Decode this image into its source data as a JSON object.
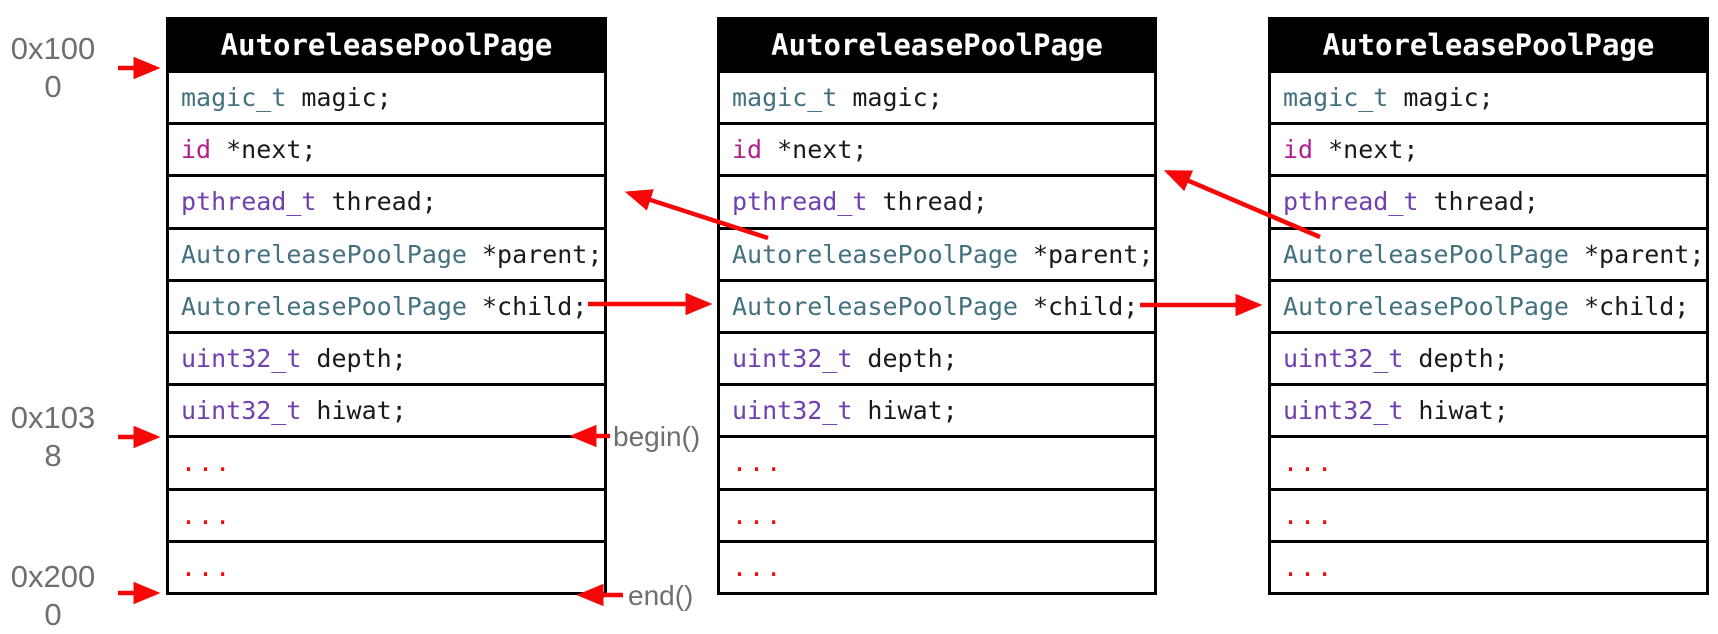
{
  "colors": {
    "type_teal": "#44717f",
    "keyword_pink": "#b41f8f",
    "keyword_purple": "#7040b0",
    "body_text": "#1a1a1a",
    "arrow_red": "#f70808",
    "label_gray": "#6f6f6f",
    "header_bg": "#000000",
    "header_fg": "#ffffff"
  },
  "tables": [
    {
      "title": "AutoreleasePoolPage",
      "rows": [
        {
          "type": "magic_t",
          "name": "magic;"
        },
        {
          "type": "id",
          "name": "*next;"
        },
        {
          "type": "pthread_t",
          "name": "thread;"
        },
        {
          "type": "AutoreleasePoolPage",
          "name": "*parent;"
        },
        {
          "type": "AutoreleasePoolPage",
          "name": "*child;"
        },
        {
          "type": "uint32_t",
          "name": "depth;"
        },
        {
          "type": "uint32_t",
          "name": "hiwat;"
        },
        {
          "name": "..."
        },
        {
          "name": "..."
        },
        {
          "name": "..."
        }
      ]
    },
    {
      "title": "AutoreleasePoolPage",
      "rows": [
        {
          "type": "magic_t",
          "name": "magic;"
        },
        {
          "type": "id",
          "name": "*next;"
        },
        {
          "type": "pthread_t",
          "name": "thread;"
        },
        {
          "type": "AutoreleasePoolPage",
          "name": "*parent;"
        },
        {
          "type": "AutoreleasePoolPage",
          "name": "*child;"
        },
        {
          "type": "uint32_t",
          "name": "depth;"
        },
        {
          "type": "uint32_t",
          "name": "hiwat;"
        },
        {
          "name": "..."
        },
        {
          "name": "..."
        },
        {
          "name": "..."
        }
      ]
    },
    {
      "title": "AutoreleasePoolPage",
      "rows": [
        {
          "type": "magic_t",
          "name": "magic;"
        },
        {
          "type": "id",
          "name": "*next;"
        },
        {
          "type": "pthread_t",
          "name": "thread;"
        },
        {
          "type": "AutoreleasePoolPage",
          "name": "*parent;"
        },
        {
          "type": "AutoreleasePoolPage",
          "name": "*child;"
        },
        {
          "type": "uint32_t",
          "name": "depth;"
        },
        {
          "type": "uint32_t",
          "name": "hiwat;"
        },
        {
          "name": "..."
        },
        {
          "name": "..."
        },
        {
          "name": "..."
        }
      ]
    }
  ],
  "address_labels": [
    {
      "line1": "0x100",
      "line2": "0"
    },
    {
      "line1": "0x103",
      "line2": "8"
    },
    {
      "line1": "0x200",
      "line2": "0"
    }
  ],
  "pointer_labels": {
    "begin": "begin()",
    "end": "end()"
  }
}
